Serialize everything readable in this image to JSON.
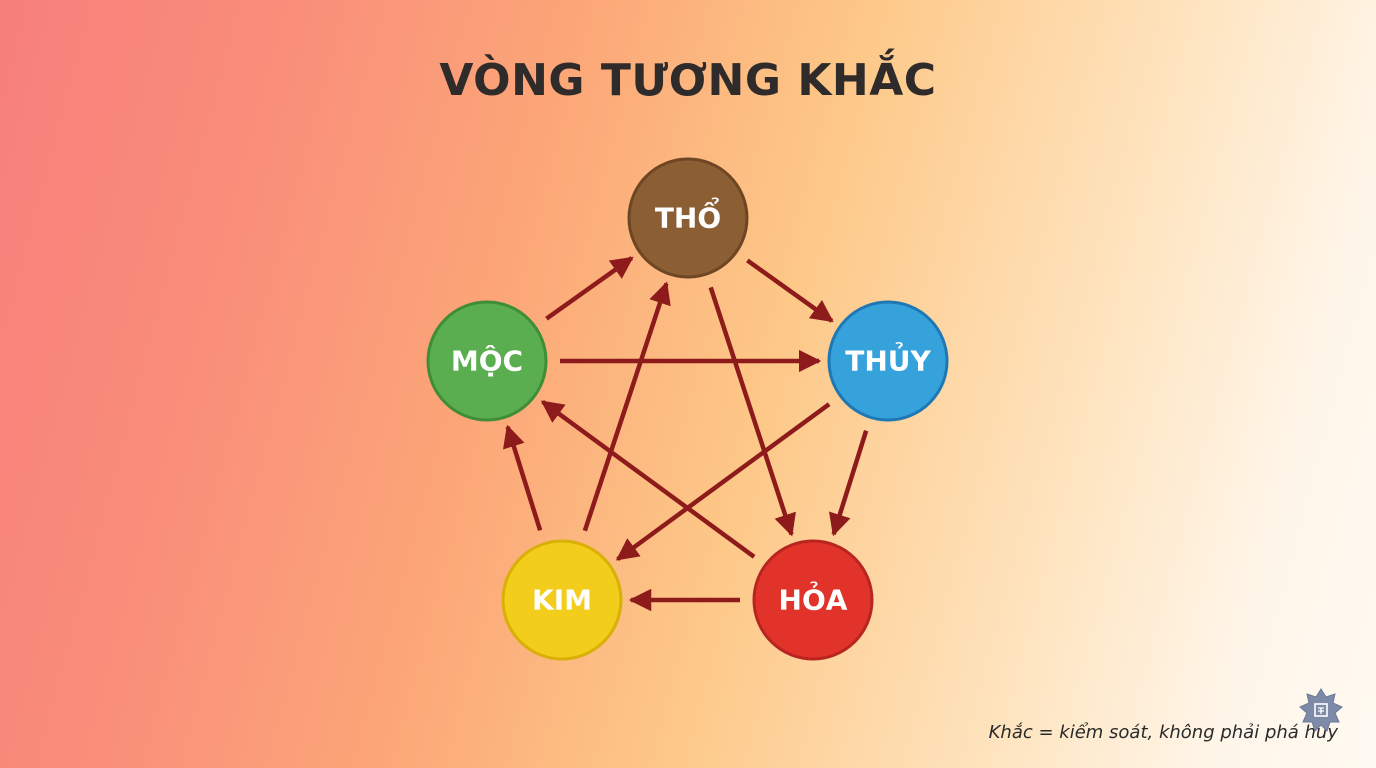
{
  "title": "VÒNG TƯƠNG KHẮC",
  "nodes": [
    {
      "id": "tho",
      "label": "THỔ",
      "color": "#8b5e34",
      "stroke": "#6e4623"
    },
    {
      "id": "thuy",
      "label": "THỦY",
      "color": "#35a2dc",
      "stroke": "#1f78b4"
    },
    {
      "id": "hoa",
      "label": "HỎA",
      "color": "#e2332b",
      "stroke": "#b72520"
    },
    {
      "id": "kim",
      "label": "KIM",
      "color": "#f2cd1c",
      "stroke": "#d9b008"
    },
    {
      "id": "moc",
      "label": "MỘC",
      "color": "#5aae4f",
      "stroke": "#3f8d36"
    }
  ],
  "edges": [
    {
      "from": "tho",
      "to": "thuy"
    },
    {
      "from": "thuy",
      "to": "hoa"
    },
    {
      "from": "hoa",
      "to": "kim"
    },
    {
      "from": "kim",
      "to": "moc"
    },
    {
      "from": "moc",
      "to": "tho"
    },
    {
      "from": "tho",
      "to": "hoa"
    },
    {
      "from": "hoa",
      "to": "moc"
    },
    {
      "from": "moc",
      "to": "thuy"
    },
    {
      "from": "thuy",
      "to": "kim"
    },
    {
      "from": "kim",
      "to": "tho"
    }
  ],
  "arrow_color": "#8e1b1b",
  "caption": "Khắc = kiểm soát, không phải phá hủy",
  "badge_icon": "star-badge-icon"
}
